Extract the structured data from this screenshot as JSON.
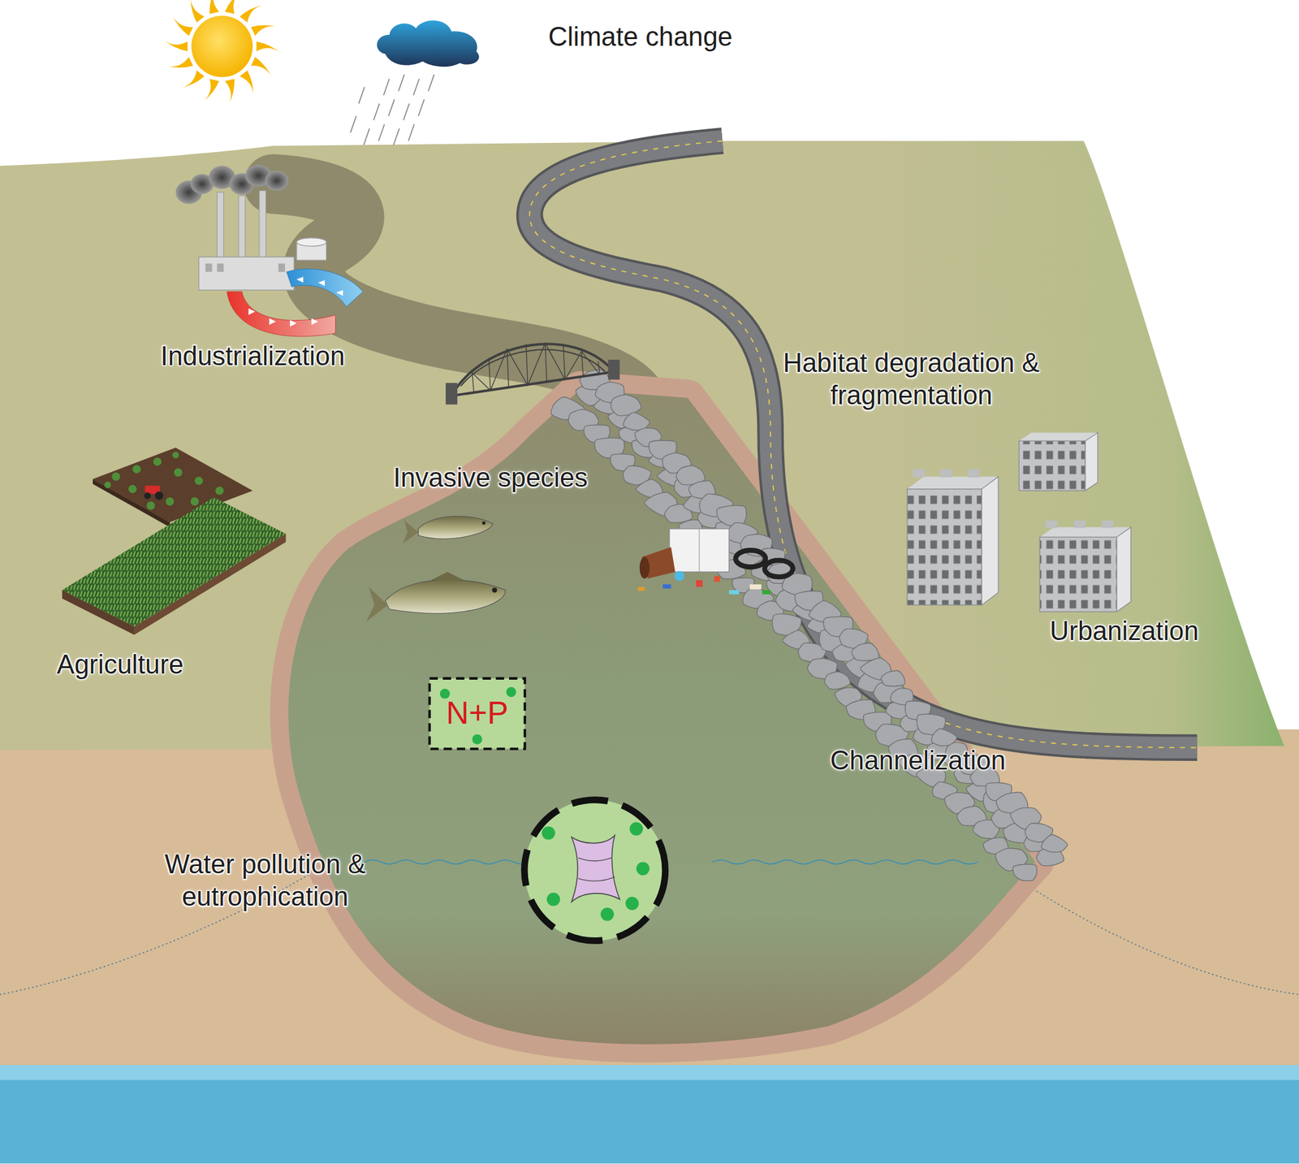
{
  "diagram": {
    "nodes": [
      {
        "text": [
          "N+P"
        ]
      }
    ],
    "labels": [
      "Climate change",
      "Industrialization",
      "Habitat degradation & fragmentation",
      "Invasive species",
      "Urbanization",
      "Agriculture",
      "Channelization",
      "Water pollution & eutrophication"
    ]
  }
}
